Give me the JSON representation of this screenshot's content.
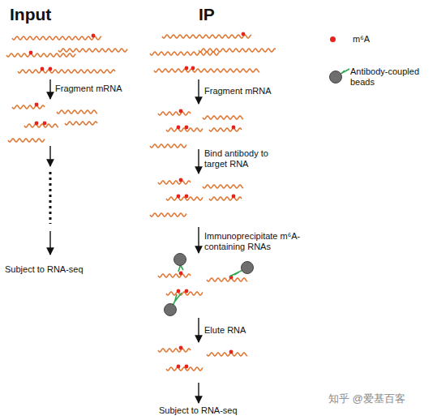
{
  "diagram": {
    "labels": [
      "Input",
      "IP",
      "Fragment mRNA",
      "Subject to RNA-seq",
      "Fragment mRNA",
      "Bind antibody to target RNA",
      "Immunoprecipitate m⁶A-containing RNAs",
      "Elute RNA",
      "Subject to RNA-seq",
      "知乎 @爱基百客"
    ],
    "legend": [
      {
        "text": "m⁶A",
        "color": "#e8231b"
      },
      {
        "text": "Antibody-coupled beads"
      }
    ]
  }
}
